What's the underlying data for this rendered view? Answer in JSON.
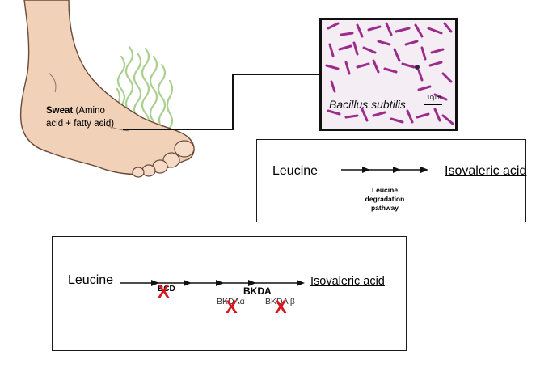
{
  "foot": {
    "sweat_bold": "Sweat",
    "sweat_rest_line1": " (Amino",
    "sweat_line2": "acid + fatty acid)"
  },
  "microscope": {
    "organism": "Bacillus subtilis",
    "scale": "10µm"
  },
  "top_pathway": {
    "start": "Leucine",
    "end": "Isovaleric acid",
    "caption_line1": "Leucine degradation",
    "caption_line2": "pathway"
  },
  "bottom_pathway": {
    "start": "Leucine",
    "end": "Isovaleric acid",
    "bcd": "BCD",
    "bkda": "BKDA",
    "bkda_alpha": "BKDAα",
    "bkda_beta": "BKDA β",
    "knockout_mark": "X"
  },
  "colors": {
    "knockout": "#d8151b",
    "stain": "#9b2c8c",
    "vapor": "#8fbf6a"
  }
}
